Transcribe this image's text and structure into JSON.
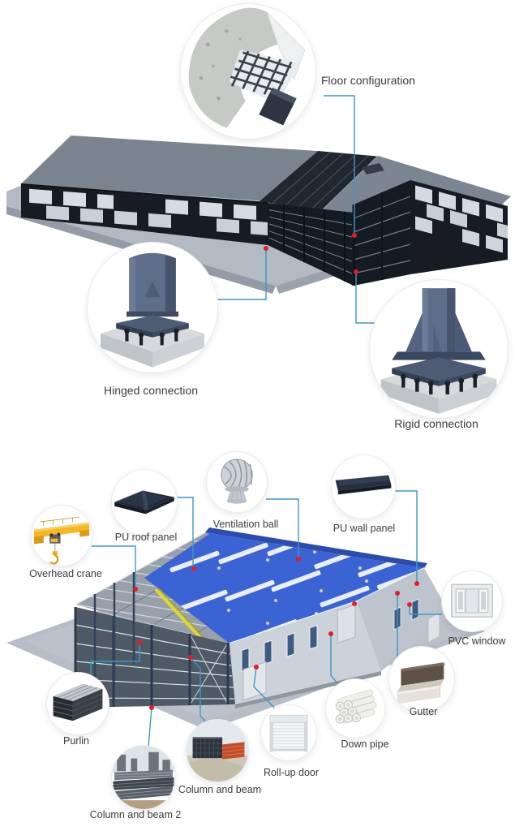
{
  "colors": {
    "connector_line": "#3f97c5",
    "marker_dot": "#e01e28",
    "label_text": "#3b3b3b",
    "roof_blue": "#3c63d4",
    "crane_yellow": "#f2b82a",
    "facade_dark": "#171c24",
    "panel_light": "#d5dce4"
  },
  "top_diagram": {
    "building_name": "steel-structure-warehouse",
    "callouts": [
      {
        "id": "floor-configuration",
        "label": "Floor configuration"
      },
      {
        "id": "hinged-connection",
        "label": "Hinged connection"
      },
      {
        "id": "rigid-connection",
        "label": "Rigid connection"
      }
    ]
  },
  "bottom_diagram": {
    "building_name": "steel-structure-workshop",
    "callouts": [
      {
        "id": "overhead-crane",
        "label": "Overhead crane"
      },
      {
        "id": "pu-roof-panel",
        "label": "PU roof panel"
      },
      {
        "id": "ventilation-ball",
        "label": "Ventilation ball"
      },
      {
        "id": "pu-wall-panel",
        "label": "PU wall panel"
      },
      {
        "id": "pvc-window",
        "label": "PVC window"
      },
      {
        "id": "gutter",
        "label": "Gutter"
      },
      {
        "id": "down-pipe",
        "label": "Down pipe"
      },
      {
        "id": "roll-up-door",
        "label": "Roll-up door"
      },
      {
        "id": "column-and-beam",
        "label": "Column and beam"
      },
      {
        "id": "column-and-beam-2",
        "label": "Column and beam 2"
      },
      {
        "id": "purlin",
        "label": "Purlin"
      }
    ]
  }
}
